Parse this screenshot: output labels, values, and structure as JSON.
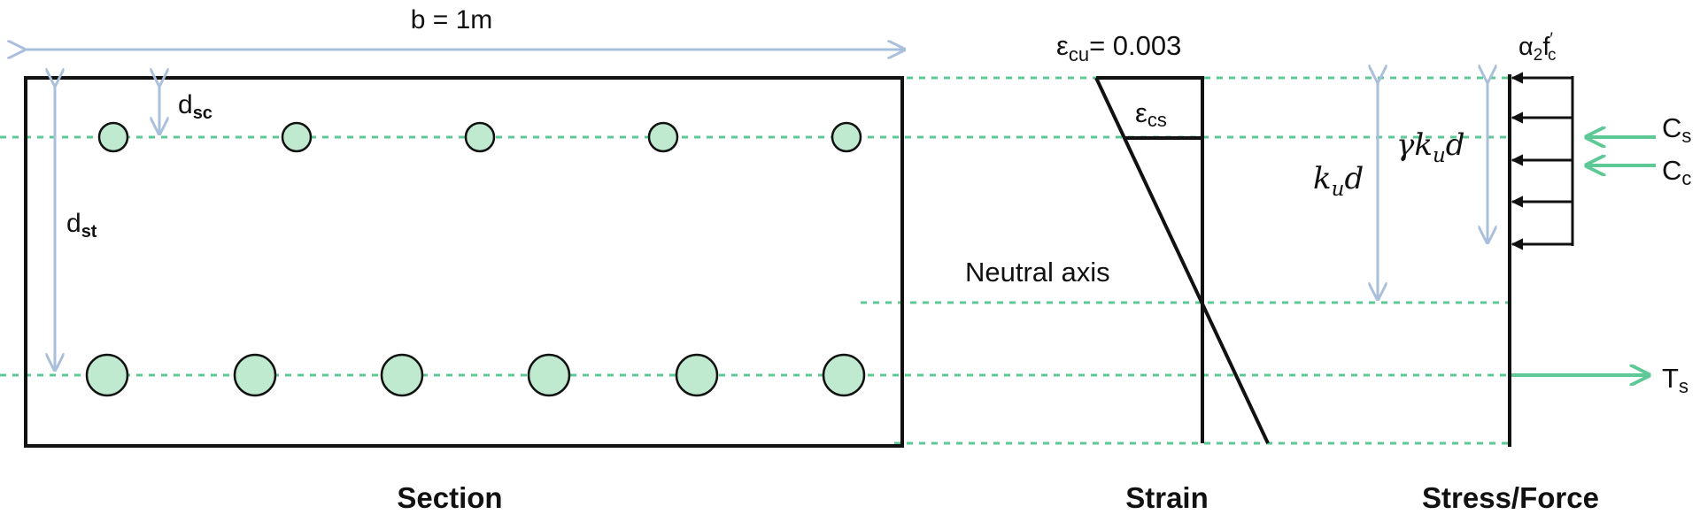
{
  "colors": {
    "outline": "#111111",
    "dimension": "#a9bfdc",
    "dashed": "#5ec996",
    "rebar_fill": "#bfeacf",
    "force_arrow": "#5ec996"
  },
  "section": {
    "width_label": {
      "base": "b = 1m"
    },
    "dsc_label": {
      "base": "d",
      "sub": "sc"
    },
    "dst_label": {
      "base": "d",
      "sub": "st"
    },
    "caption": "Section"
  },
  "strain": {
    "ecu_label": {
      "base": "ε",
      "sub": "cu",
      "tail": "= 0.003"
    },
    "ecs_label": {
      "base": "ε",
      "sub": "cs"
    },
    "neutral_axis": "Neutral axis",
    "caption": "Strain"
  },
  "stress": {
    "alpha_label": {
      "base": "α",
      "sub": "2",
      "mid": "f",
      "sup": "′",
      "sub2": "c"
    },
    "kud_label": {
      "base": "k",
      "sub": "u",
      "tail": "d"
    },
    "gamma_kud_label": {
      "base": "γk",
      "sub": "u",
      "tail": "d"
    },
    "cs_label": {
      "base": "C",
      "sub": "s"
    },
    "cc_label": {
      "base": "C",
      "sub": "c"
    },
    "ts_label": {
      "base": "T",
      "sub": "s"
    },
    "caption": "Stress/Force"
  }
}
